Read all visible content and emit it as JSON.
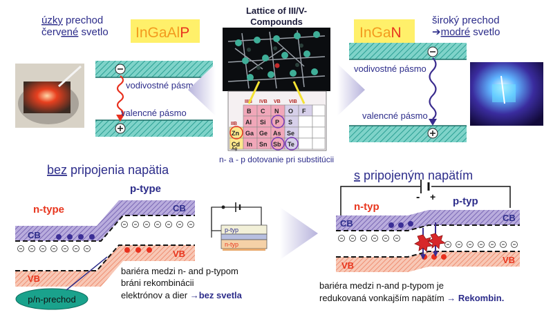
{
  "top_left": {
    "note_line1_prefix": "úzky",
    "note_line1_rest": " prechod",
    "note_line2_pre": "červ",
    "note_line2_under": "ené",
    "note_line2_post": " svetlo",
    "material_main": "InGaAl",
    "material_tail": "P",
    "band_cb": "vodivostné pásmo",
    "band_vb": "valencné pásmo",
    "electron_symbol": "⊖",
    "hole_symbol": "⊕"
  },
  "lattice": {
    "title_line1": "Lattice of III/V-",
    "title_line2": "Compounds",
    "periodic_labels": [
      "IIIB",
      "IVB",
      "VB",
      "VIB",
      "IIB"
    ],
    "elements": [
      "B",
      "C",
      "N",
      "O",
      "F",
      "Al",
      "Si",
      "P",
      "S",
      "Zn",
      "Ga",
      "Ge",
      "As",
      "Se",
      "Cd",
      "In",
      "Sn",
      "Sb",
      "Te",
      "Ag"
    ],
    "caption": "n- a - p dotovanie pri substitúcii"
  },
  "top_right": {
    "material_main": "InGa",
    "material_tail": "N",
    "note_line1": "široký prechod",
    "note_line2_arrow": "➔",
    "note_line2_under": "modré",
    "note_line2_post": " svetlo",
    "band_cb": "vodivostné pásmo",
    "band_vb": "valencné pásmo",
    "electron_symbol": "⊖",
    "hole_symbol": "⊕"
  },
  "bottom_left": {
    "heading_under": "bez",
    "heading_rest": " pripojenia napätia",
    "p_type": "p-type",
    "n_type": "n-type",
    "cb": "CB",
    "vb": "VB",
    "cb_left": "CB",
    "vb_left": "VB",
    "desc_line1": "bariéra medzi n- and p-typom",
    "desc_line2": "bráni rekombinácii",
    "desc_line3_pre": "elektrónov a dier ",
    "desc_line3_arrow": "→",
    "desc_line3_bold": "bez svetla",
    "junction_label": "p/n-prechod"
  },
  "device_inset": {
    "p_label": "p-typ",
    "n_label": "n-typ"
  },
  "bottom_right": {
    "heading_under": "s",
    "heading_rest": "  pripojeným napätím",
    "minus": "-",
    "plus": "+",
    "n_typ": "n-typ",
    "p_typ": "p-typ",
    "cb_left": "CB",
    "cb_right": "CB",
    "vb_left": "VB",
    "vb_right": "VB",
    "desc_line1": "bariéra medzi n-and p-typom je",
    "desc_line2_pre": "redukovaná vonkajším napätím ",
    "desc_line2_arrow": "→",
    "desc_line2_bold": " Rekombin."
  },
  "colors": {
    "teal_band": "#33b5a8",
    "purple_band": "#7d68b8",
    "salmon_band": "#f2a186",
    "red_text": "#e8361e",
    "navy_text": "#2c2c8a",
    "yellow_box": "#fff06a",
    "orange_text": "#f39a1e",
    "junction_fill": "#1aa28c"
  }
}
